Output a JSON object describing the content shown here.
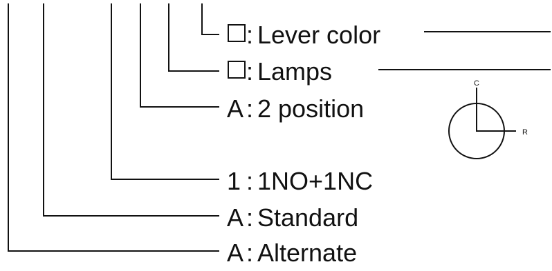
{
  "diagram": {
    "items": [
      {
        "code": "□",
        "description": "Lever color"
      },
      {
        "code": "□",
        "description": "Lamps"
      },
      {
        "code": "A",
        "description": "2 position"
      },
      {
        "code": "1",
        "description": "1NO+1NC"
      },
      {
        "code": "A",
        "description": "Standard"
      },
      {
        "code": "A",
        "description": "Alternate"
      }
    ],
    "dial": {
      "top_label": "C",
      "right_label": "R"
    }
  }
}
